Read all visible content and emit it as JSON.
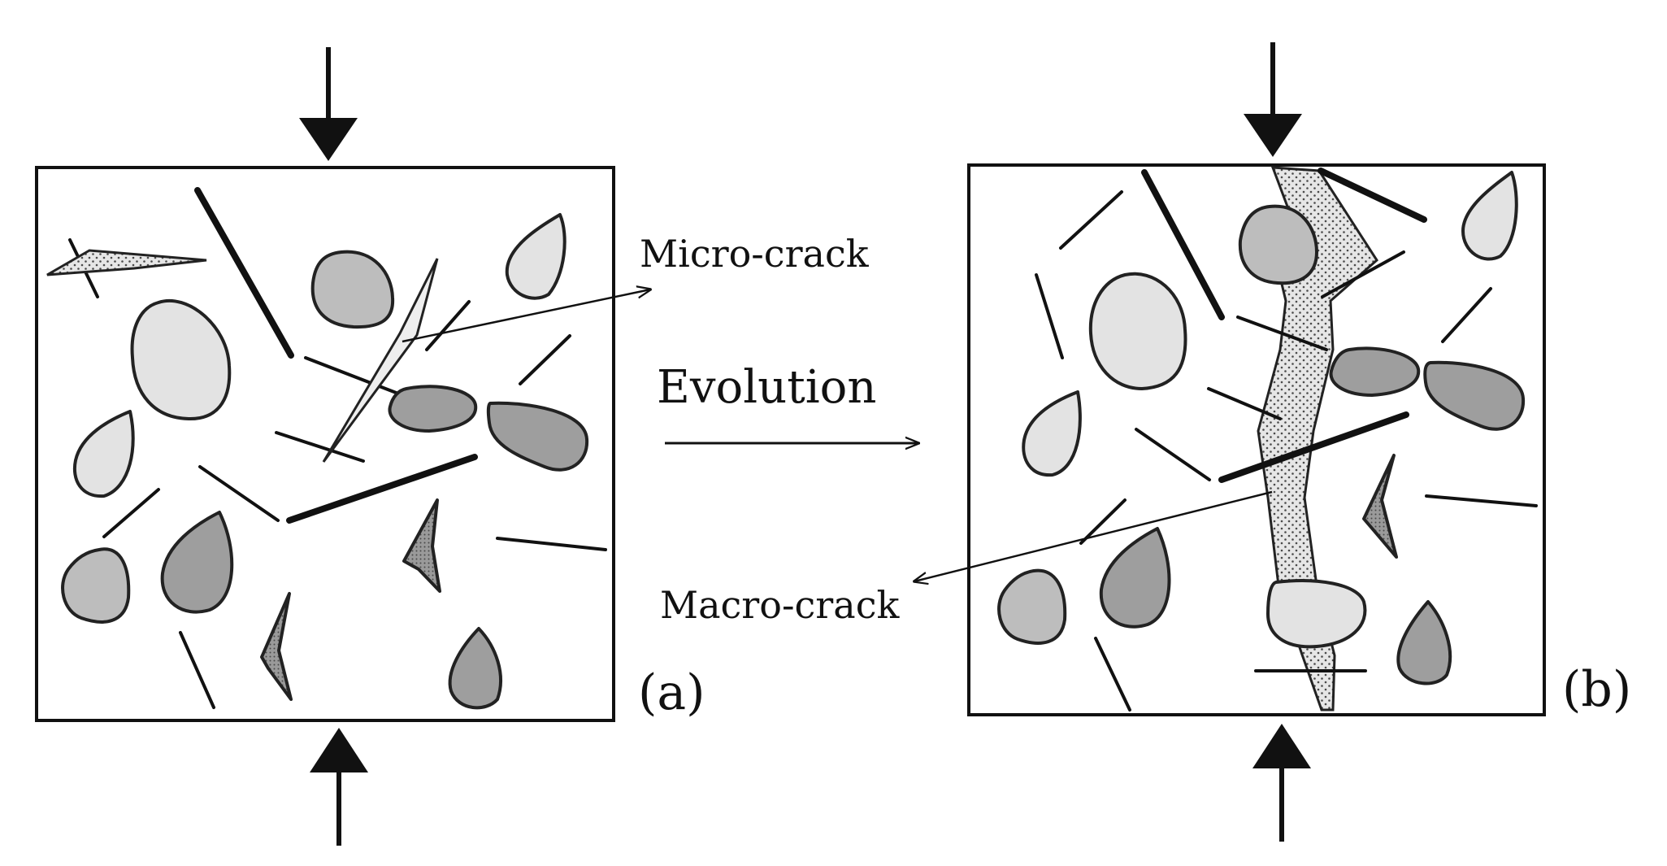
{
  "labels": {
    "micro_crack": "Micro-crack",
    "evolution": "Evolution",
    "macro_crack": "Macro-crack",
    "panel_a": "(a)",
    "panel_b": "(b)"
  },
  "colors": {
    "line": "#111111",
    "aggregate_light": "#e3e3e3",
    "aggregate_mid": "#bdbdbd",
    "aggregate_dark": "#9e9e9e",
    "crack_zone_fill": "#e6e6e6",
    "crack_zone_dots": "#4a4a4a"
  }
}
